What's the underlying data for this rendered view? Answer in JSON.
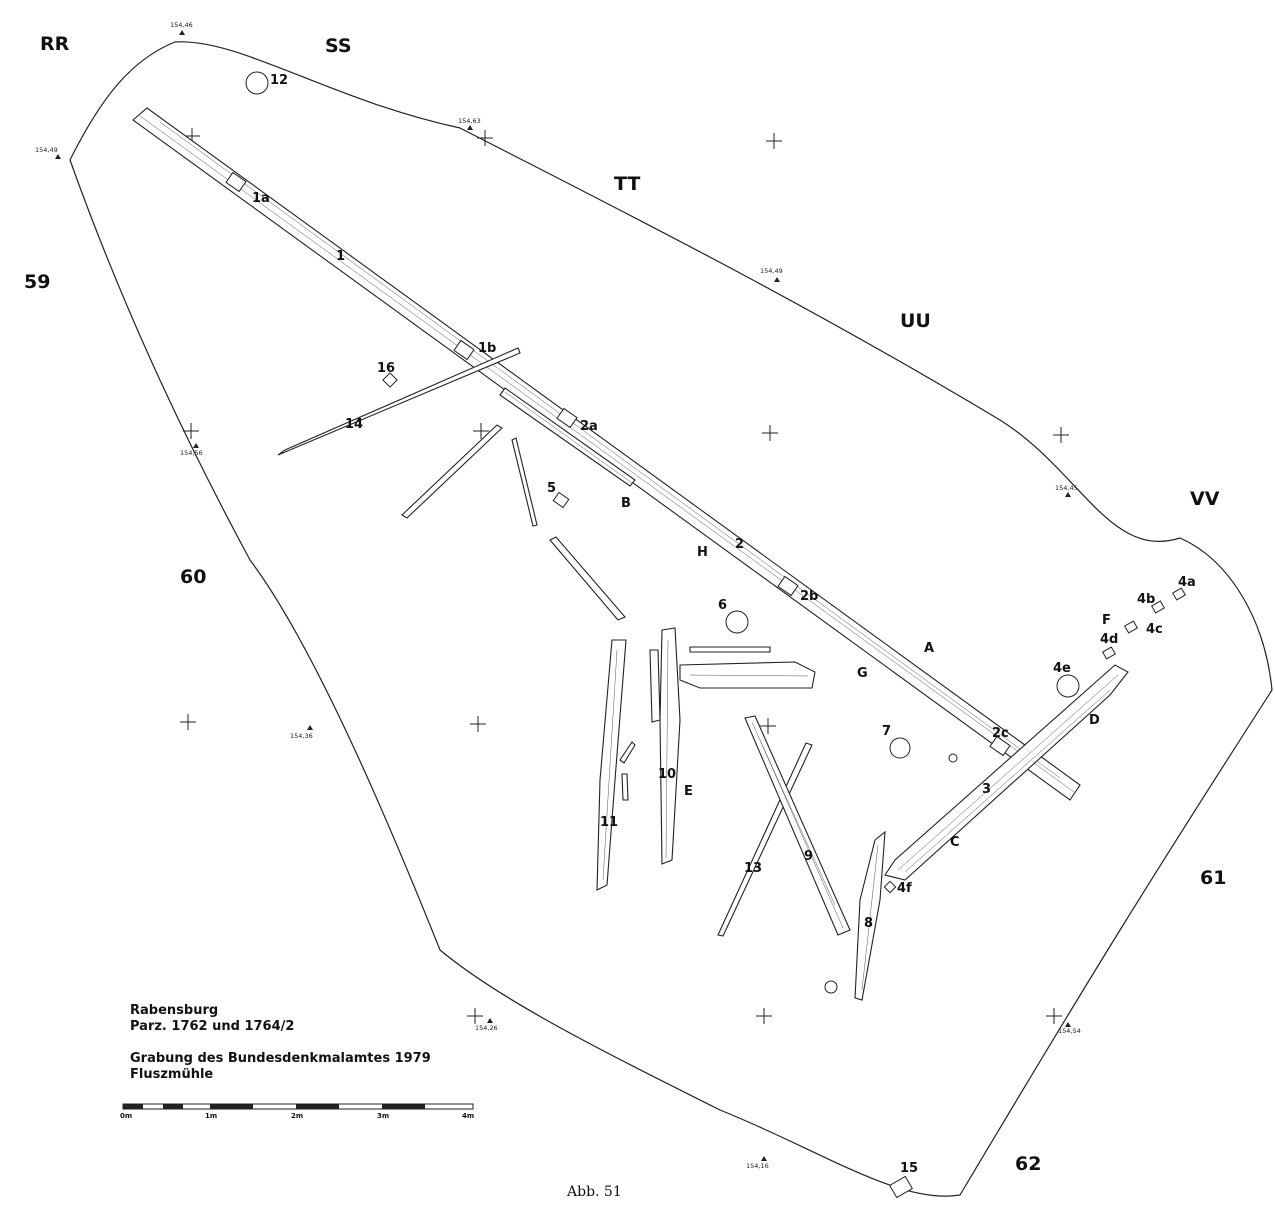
{
  "grid_labels": [
    {
      "id": "RR",
      "text": "RR"
    },
    {
      "id": "SS",
      "text": "SS"
    },
    {
      "id": "TT",
      "text": "TT"
    },
    {
      "id": "UU",
      "text": "UU"
    },
    {
      "id": "VV",
      "text": "VV"
    },
    {
      "id": "59",
      "text": "59"
    },
    {
      "id": "60",
      "text": "60"
    },
    {
      "id": "61",
      "text": "61"
    },
    {
      "id": "62",
      "text": "62"
    }
  ],
  "elevations": [
    "154,46",
    "154,49",
    "154,63",
    "154,49",
    "154,45",
    "154,56",
    "154,36",
    "154,26",
    "154,54",
    "154,16"
  ],
  "feature_labels": [
    "1",
    "1a",
    "1b",
    "2",
    "2a",
    "2b",
    "2c",
    "3",
    "4a",
    "4b",
    "4c",
    "4d",
    "4e",
    "4f",
    "5",
    "6",
    "7",
    "8",
    "9",
    "10",
    "11",
    "12",
    "13",
    "14",
    "15",
    "16",
    "A",
    "B",
    "C",
    "D",
    "E",
    "F",
    "G",
    "H"
  ],
  "legend": {
    "line1": "Rabensburg",
    "line2": "Parz. 1762 und 1764/2",
    "line3": "Grabung des Bundesdenkmalamtes 1979",
    "line4": "Fluszmühle"
  },
  "scale": {
    "ticks": [
      "0m",
      "1m",
      "2m",
      "3m",
      "4m"
    ]
  },
  "caption": "Abb. 51"
}
